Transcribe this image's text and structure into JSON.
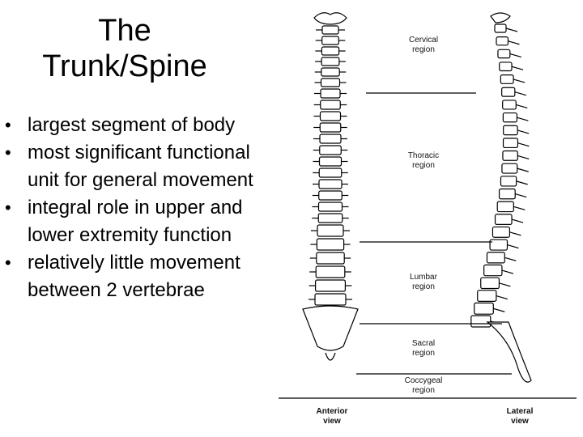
{
  "slide": {
    "title_line1": "The",
    "title_line2": "Trunk/Spine",
    "bullets": [
      "largest segment of body",
      "most significant functional unit for general movement",
      "integral role in upper and lower extremity function",
      "relatively little movement between 2 vertebrae"
    ]
  },
  "figure": {
    "regions": {
      "cervical": [
        "Cervical",
        "region"
      ],
      "thoracic": [
        "Thoracic",
        "region"
      ],
      "lumbar": [
        "Lumbar",
        "region"
      ],
      "sacral": [
        "Sacral",
        "region"
      ],
      "coccygeal": [
        "Coccygeal",
        "region"
      ]
    },
    "views": {
      "anterior": [
        "Anterior",
        "view"
      ],
      "lateral": [
        "Lateral",
        "view"
      ]
    }
  }
}
